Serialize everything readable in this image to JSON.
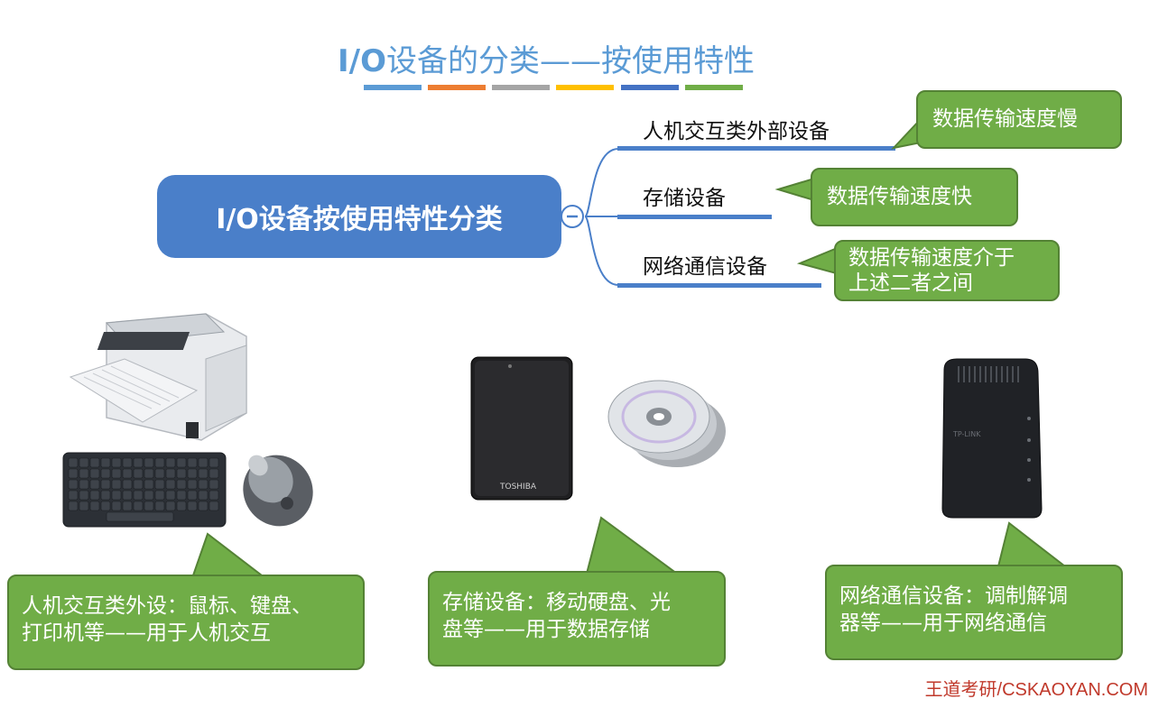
{
  "title": {
    "prefix": "I/O",
    "rest": "设备的分类——按使用特性"
  },
  "title_stripes": [
    "#5b9bd5",
    "#ed7d31",
    "#a5a5a5",
    "#ffc000",
    "#4472c4",
    "#70ad47"
  ],
  "root": {
    "label": "I/O设备按使用特性分类"
  },
  "branches": [
    {
      "label": "人机交互类外部设备",
      "note": "数据传输速度慢"
    },
    {
      "label": "存储设备",
      "note": "数据传输速度快"
    },
    {
      "label": "网络通信设备",
      "note_line1": "数据传输速度介于",
      "note_line2": "上述二者之间"
    }
  ],
  "bottom_callouts": [
    {
      "line1": "人机交互类外设：鼠标、键盘、",
      "line2": "打印机等——用于人机交互"
    },
    {
      "line1": "存储设备：移动硬盘、光",
      "line2": "盘等——用于数据存储"
    },
    {
      "line1": "网络通信设备：调制解调",
      "line2": "器等——用于网络通信"
    }
  ],
  "images": {
    "hdd_brand": "TOSHIBA",
    "modem_brand": "TP-LINK"
  },
  "footer": "王道考研/CSKAOYAN.COM",
  "colors": {
    "accent": "#4a7fc9",
    "callout": "#70ad47",
    "footer": "#c0392b"
  }
}
